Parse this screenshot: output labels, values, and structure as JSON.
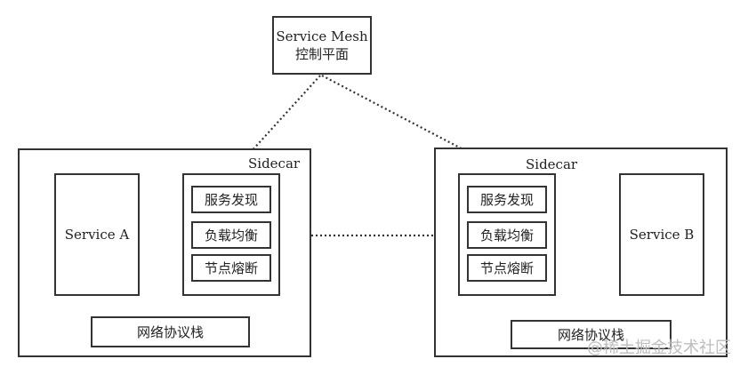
{
  "control_plane": {
    "title_line1": "Service Mesh",
    "title_line2": "控制平面"
  },
  "left_host": {
    "service_label": "Service A",
    "sidecar_label": "Sidecar",
    "features": [
      "服务发现",
      "负载均衡",
      "节点熔断"
    ],
    "network_stack": "网络协议栈"
  },
  "right_host": {
    "service_label": "Service B",
    "sidecar_label": "Sidecar",
    "features": [
      "服务发现",
      "负载均衡",
      "节点熔断"
    ],
    "network_stack": "网络协议栈"
  },
  "watermark": "@稀土掘金技术社区"
}
